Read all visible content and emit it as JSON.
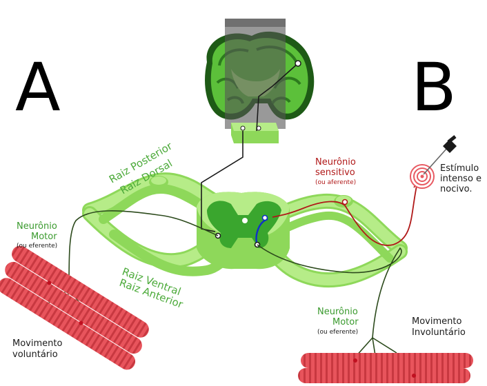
{
  "letters": {
    "a": "A",
    "b": "B"
  },
  "roots": {
    "posterior": "Raiz Posterior",
    "dorsal": "Raiz Dorsal",
    "ventral": "Raiz Ventral",
    "anterior": "Raiz Anterior"
  },
  "motor_left": {
    "line1": "Neurônio",
    "line2": "Motor",
    "sub": "(ou eferente)"
  },
  "motor_right": {
    "line1": "Neurônio",
    "line2": "Motor",
    "sub": "(ou eferente)"
  },
  "sensory": {
    "line1": "Neurônio",
    "line2": "sensitivo",
    "sub": "(ou aferente)"
  },
  "stimulus": {
    "line1": "Estímulo",
    "line2": "intenso e",
    "line3": "nocivo."
  },
  "voluntary": {
    "line1": "Movimento",
    "line2": "voluntário"
  },
  "involuntary": {
    "line1": "Movimento",
    "line2": "Involuntário"
  },
  "colors": {
    "cord_light": "#b6ec88",
    "cord_mid": "#8ed85a",
    "grey_matter": "#3aa62e",
    "brain_dark": "#1e5a16",
    "motor_line": "#2c4a1c",
    "sensory_line": "#b01818",
    "interneuron": "#1030c8",
    "muscle": "#e85a62"
  }
}
